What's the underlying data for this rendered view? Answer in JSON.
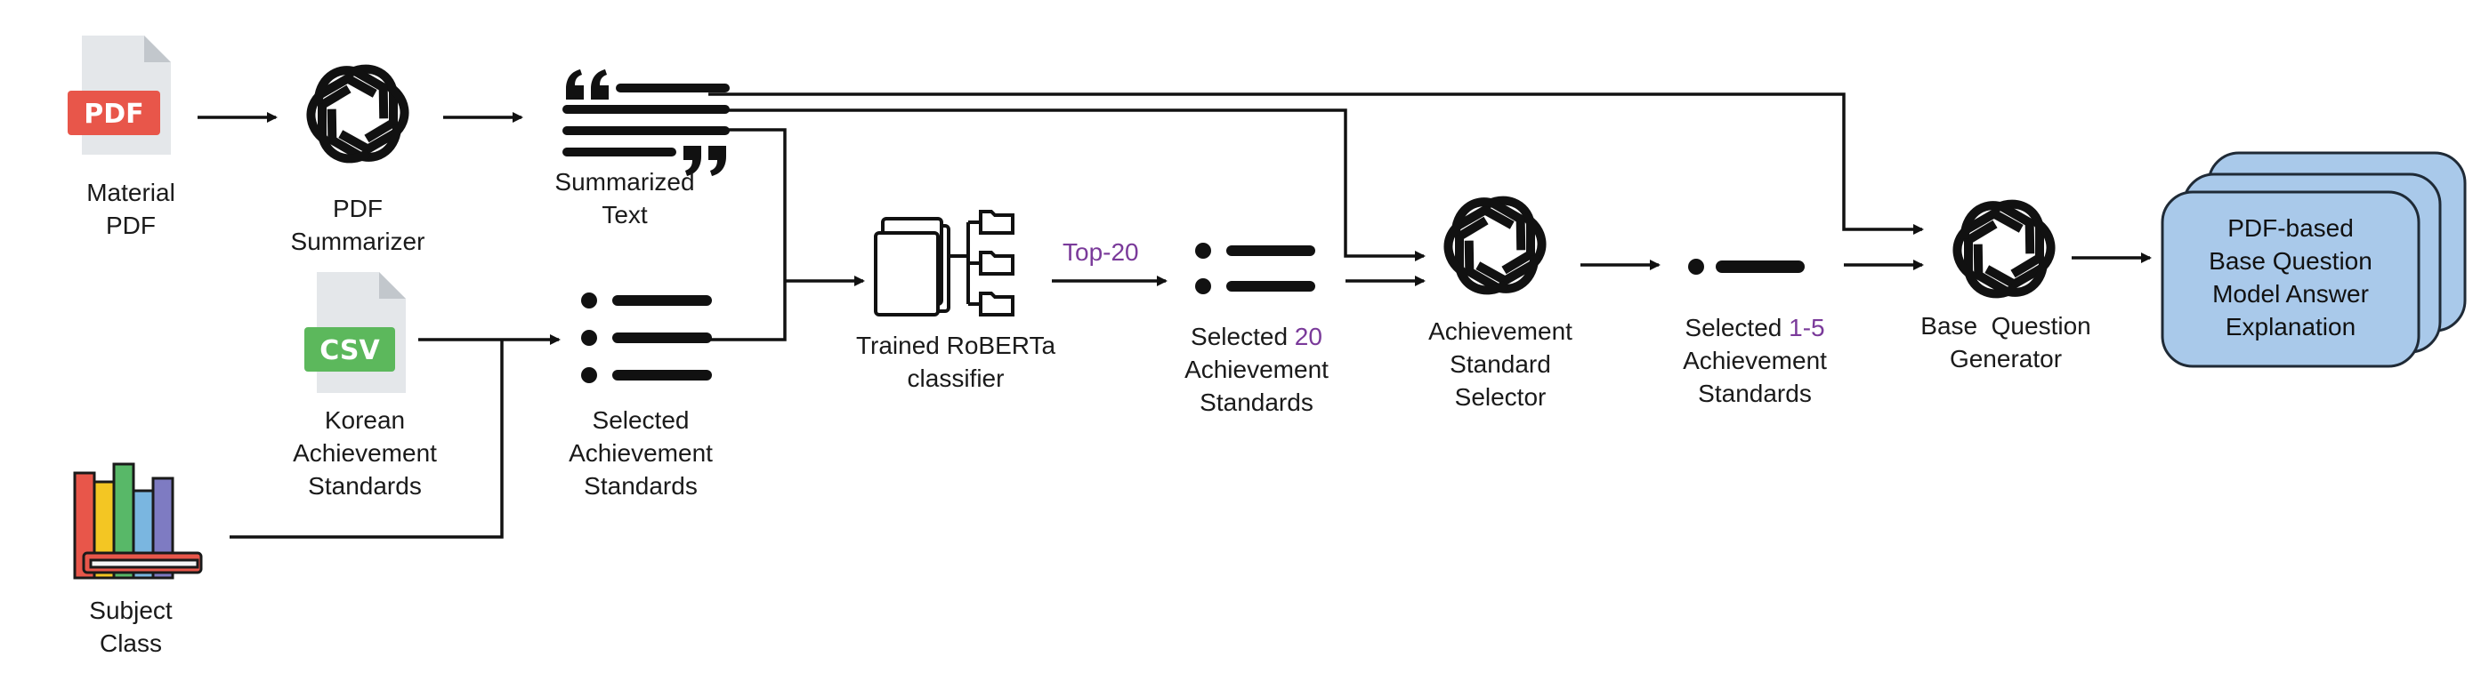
{
  "nodes": {
    "material_pdf": {
      "icon": "pdf-file-icon",
      "badge": "PDF",
      "lines": [
        "Material",
        "PDF"
      ]
    },
    "pdf_summarizer": {
      "icon": "openai-logo-icon",
      "lines": [
        "PDF",
        "Summarizer"
      ]
    },
    "summarized_text": {
      "icon": "quote-text-icon",
      "lines": [
        "Summarized",
        "Text"
      ]
    },
    "korean_standards": {
      "icon": "csv-file-icon",
      "badge": "CSV",
      "lines": [
        "Korean",
        "Achievement",
        "Standards"
      ]
    },
    "subject_class": {
      "icon": "books-icon",
      "lines": [
        "Subject",
        "Class"
      ]
    },
    "selected_standards": {
      "icon": "list-icon",
      "lines": [
        "Selected",
        "Achievement",
        "Standards"
      ]
    },
    "roberta": {
      "icon": "classifier-folders-icon",
      "lines": [
        "Trained RoBERTa",
        "classifier"
      ]
    },
    "selected_20": {
      "icon": "list-icon",
      "prefix": "Selected ",
      "accent": "20",
      "lines": [
        "Achievement",
        "Standards"
      ]
    },
    "std_selector": {
      "icon": "openai-logo-icon",
      "lines": [
        "Achievement",
        "Standard",
        "Selector"
      ]
    },
    "selected_1_5": {
      "icon": "list-icon",
      "prefix": "Selected ",
      "accent": "1-5",
      "lines": [
        "Achievement",
        "Standards"
      ]
    },
    "question_generator": {
      "icon": "openai-logo-icon",
      "lines": [
        "Base  Question",
        "Generator"
      ]
    },
    "output": {
      "lines": [
        "PDF-based",
        "Base Question",
        "Model Answer",
        "Explanation"
      ]
    }
  },
  "edge_labels": {
    "top20": "Top-20"
  },
  "colors": {
    "pdf_red": "#e8564a",
    "csv_green": "#5cb85c",
    "file_gray": "#e4e7ea",
    "output_fill": "#a9c9ea",
    "output_stroke": "#1f2a36",
    "accent_purple": "#7a3a9a",
    "ink": "#111111"
  }
}
